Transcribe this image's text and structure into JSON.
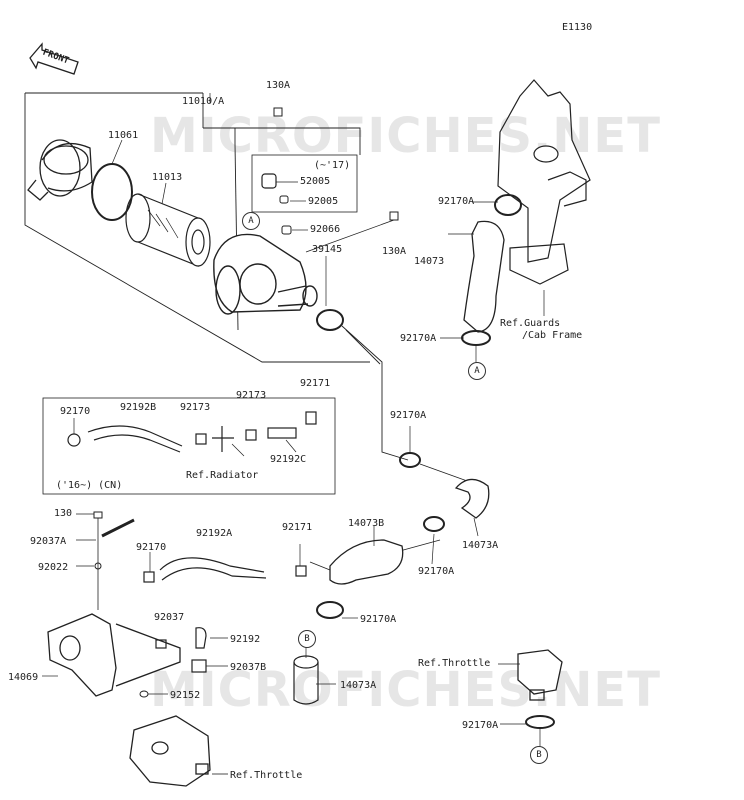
{
  "diagram_id": "E1130",
  "watermark": "MICROFICHES.NET",
  "front_label": "FRONT",
  "refs": {
    "guards": "Ref.Guards",
    "cab_frame": "/Cab Frame",
    "radiator": "Ref.Radiator",
    "throttle_right": "Ref.Throttle",
    "throttle_bottom": "Ref.Throttle"
  },
  "notes": {
    "until_17": "(~'17)",
    "from_16_cn": "('16~) (CN)"
  },
  "markers": {
    "a": "A",
    "b": "B"
  },
  "parts": {
    "p11010a": "11010/A",
    "p130a_top": "130A",
    "p11061": "11061",
    "p11013": "11013",
    "p52005": "52005",
    "p92005": "92005",
    "p92066": "92066",
    "p130a_right": "130A",
    "p39145": "39145",
    "p92170a_1": "92170A",
    "p14073": "14073",
    "p92170a_2": "92170A",
    "p92170": "92170",
    "p92192b": "92192B",
    "p92173_1": "92173",
    "p92173_2": "92173",
    "p92171_top": "92171",
    "p92192c": "92192C",
    "p92170a_3": "92170A",
    "p130": "130",
    "p92037a": "92037A",
    "p92022": "92022",
    "p92170_2": "92170",
    "p92192a": "92192A",
    "p92171_mid": "92171",
    "p14073b": "14073B",
    "p14073a_1": "14073A",
    "p92170a_4": "92170A",
    "p92037": "92037",
    "p92192": "92192",
    "p92170a_5": "92170A",
    "p92037b": "92037B",
    "p14073a_2": "14073A",
    "p14069": "14069",
    "p92152": "92152",
    "p92170a_6": "92170A"
  }
}
